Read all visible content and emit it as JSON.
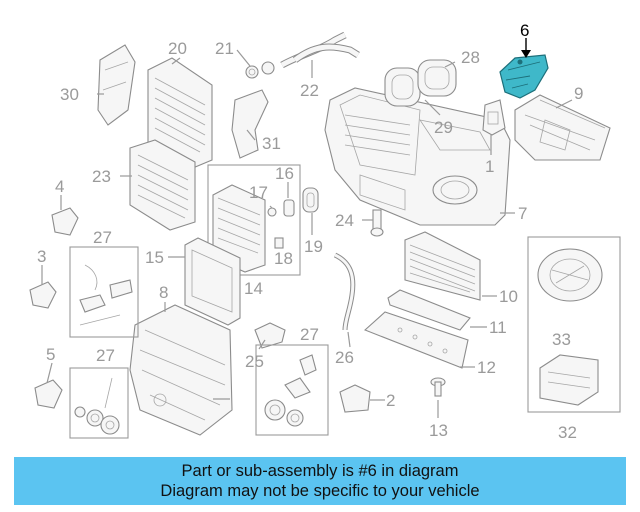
{
  "highlight": {
    "callout": "6",
    "color": "#3fb8c9"
  },
  "callouts": {
    "c1": "1",
    "c2": "2",
    "c3": "3",
    "c4": "4",
    "c5": "5",
    "c6": "6",
    "c7": "7",
    "c8": "8",
    "c9": "9",
    "c10": "10",
    "c11": "11",
    "c12": "12",
    "c13": "13",
    "c14": "14",
    "c15": "15",
    "c16": "16",
    "c17": "17",
    "c18": "18",
    "c19": "19",
    "c20": "20",
    "c21": "21",
    "c22": "22",
    "c23": "23",
    "c24": "24",
    "c25": "25",
    "c26": "26",
    "c27a": "27",
    "c27b": "27",
    "c27c": "27",
    "c28": "28",
    "c29": "29",
    "c30": "30",
    "c31": "31",
    "c32": "32",
    "c33": "33"
  },
  "banner": {
    "line1": "Part or sub-assembly is #6 in diagram",
    "line2": "Diagram may not be specific to your vehicle",
    "color": "#5bc4f1"
  }
}
